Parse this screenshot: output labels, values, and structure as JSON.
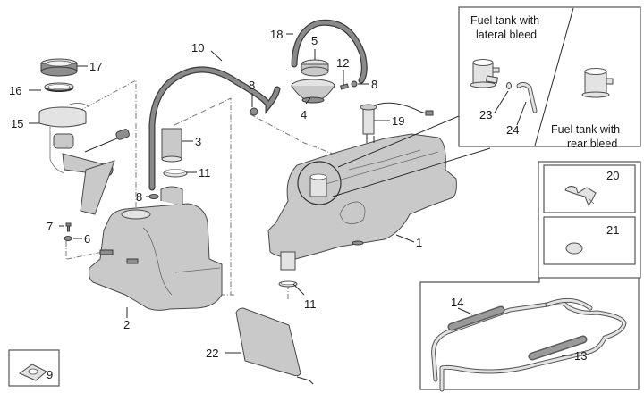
{
  "diagram": {
    "title": "Fuel tank exploded view",
    "callouts": [
      {
        "id": "c1",
        "label": "1"
      },
      {
        "id": "c2",
        "label": "2"
      },
      {
        "id": "c3",
        "label": "3"
      },
      {
        "id": "c4",
        "label": "4"
      },
      {
        "id": "c5",
        "label": "5"
      },
      {
        "id": "c6",
        "label": "6"
      },
      {
        "id": "c7",
        "label": "7"
      },
      {
        "id": "c8a",
        "label": "8"
      },
      {
        "id": "c8b",
        "label": "8"
      },
      {
        "id": "c8c",
        "label": "8"
      },
      {
        "id": "c9",
        "label": "9"
      },
      {
        "id": "c10",
        "label": "10"
      },
      {
        "id": "c11a",
        "label": "11"
      },
      {
        "id": "c11b",
        "label": "11"
      },
      {
        "id": "c12",
        "label": "12"
      },
      {
        "id": "c13",
        "label": "13"
      },
      {
        "id": "c14",
        "label": "14"
      },
      {
        "id": "c15",
        "label": "15"
      },
      {
        "id": "c16",
        "label": "16"
      },
      {
        "id": "c17",
        "label": "17"
      },
      {
        "id": "c18",
        "label": "18"
      },
      {
        "id": "c19",
        "label": "19"
      },
      {
        "id": "c20",
        "label": "20"
      },
      {
        "id": "c21",
        "label": "21"
      },
      {
        "id": "c22",
        "label": "22"
      },
      {
        "id": "c23",
        "label": "23"
      },
      {
        "id": "c24",
        "label": "24"
      }
    ],
    "inset_variants": {
      "lateral_line1": "Fuel tank with",
      "lateral_line2": "lateral bleed",
      "rear_line1": "Fuel tank with",
      "rear_line2": "rear bleed"
    },
    "colors": {
      "background": "#ffffff",
      "part_fill": "#c9c9c9",
      "outline": "#4a4a4a",
      "text": "#1a1a1a"
    }
  }
}
